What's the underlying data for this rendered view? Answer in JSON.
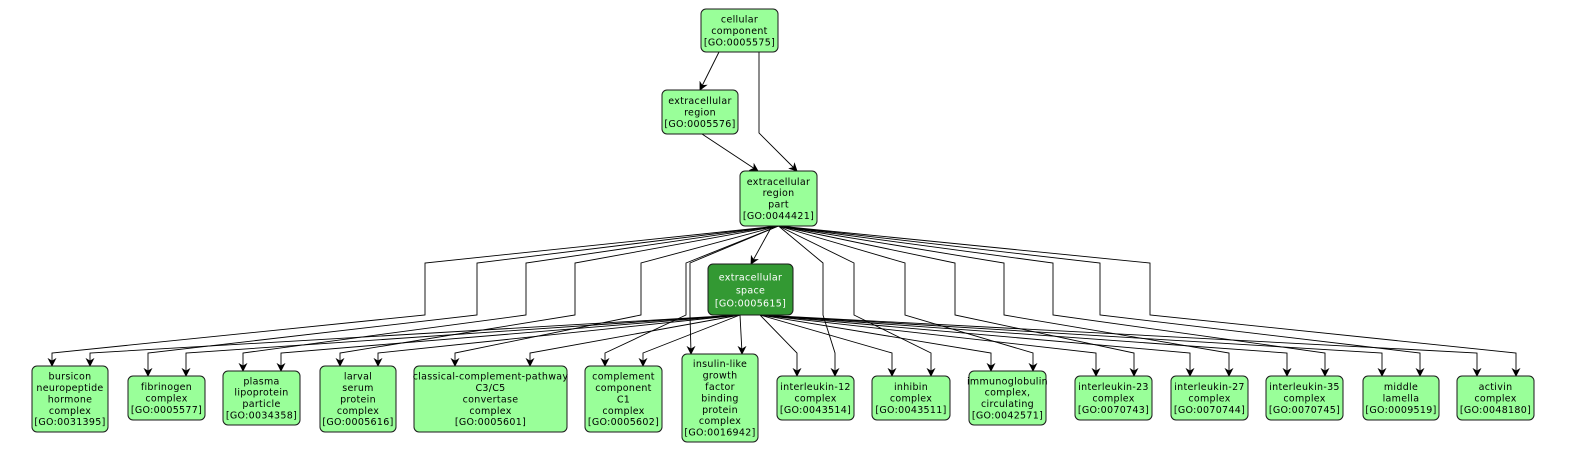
{
  "title": "GO term ancestry graph: extracellular space",
  "colors": {
    "node_fill": "#99ff99",
    "highlight_fill": "#339933",
    "node_text": "#000000",
    "highlight_text": "#ffffff",
    "edge": "#000000"
  },
  "nodes": [
    {
      "id": "GO:0005575",
      "lines": [
        "cellular",
        "component",
        "[GO:0005575]"
      ],
      "highlight": false
    },
    {
      "id": "GO:0005576",
      "lines": [
        "extracellular",
        "region",
        "[GO:0005576]"
      ],
      "highlight": false
    },
    {
      "id": "GO:0044421",
      "lines": [
        "extracellular",
        "region",
        "part",
        "[GO:0044421]"
      ],
      "highlight": false
    },
    {
      "id": "GO:0005615",
      "lines": [
        "extracellular",
        "space",
        "[GO:0005615]"
      ],
      "highlight": true
    },
    {
      "id": "GO:0031395",
      "lines": [
        "bursicon",
        "neuropeptide",
        "hormone",
        "complex",
        "[GO:0031395]"
      ],
      "highlight": false
    },
    {
      "id": "GO:0005577",
      "lines": [
        "fibrinogen",
        "complex",
        "[GO:0005577]"
      ],
      "highlight": false
    },
    {
      "id": "GO:0034358",
      "lines": [
        "plasma",
        "lipoprotein",
        "particle",
        "[GO:0034358]"
      ],
      "highlight": false
    },
    {
      "id": "GO:0005616",
      "lines": [
        "larval",
        "serum",
        "protein",
        "complex",
        "[GO:0005616]"
      ],
      "highlight": false
    },
    {
      "id": "GO:0005601",
      "lines": [
        "classical-complement-pathway",
        "C3/C5",
        "convertase",
        "complex",
        "[GO:0005601]"
      ],
      "highlight": false
    },
    {
      "id": "GO:0005602",
      "lines": [
        "complement",
        "component",
        "C1",
        "complex",
        "[GO:0005602]"
      ],
      "highlight": false
    },
    {
      "id": "GO:0016942",
      "lines": [
        "insulin-like",
        "growth",
        "factor",
        "binding",
        "protein",
        "complex",
        "[GO:0016942]"
      ],
      "highlight": false
    },
    {
      "id": "GO:0043514",
      "lines": [
        "interleukin-12",
        "complex",
        "[GO:0043514]"
      ],
      "highlight": false
    },
    {
      "id": "GO:0043511",
      "lines": [
        "inhibin",
        "complex",
        "[GO:0043511]"
      ],
      "highlight": false
    },
    {
      "id": "GO:0042571",
      "lines": [
        "immunoglobulin",
        "complex,",
        "circulating",
        "[GO:0042571]"
      ],
      "highlight": false
    },
    {
      "id": "GO:0070743",
      "lines": [
        "interleukin-23",
        "complex",
        "[GO:0070743]"
      ],
      "highlight": false
    },
    {
      "id": "GO:0070744",
      "lines": [
        "interleukin-27",
        "complex",
        "[GO:0070744]"
      ],
      "highlight": false
    },
    {
      "id": "GO:0070745",
      "lines": [
        "interleukin-35",
        "complex",
        "[GO:0070745]"
      ],
      "highlight": false
    },
    {
      "id": "GO:0009519",
      "lines": [
        "middle",
        "lamella",
        "[GO:0009519]"
      ],
      "highlight": false
    },
    {
      "id": "GO:0048180",
      "lines": [
        "activin",
        "complex",
        "[GO:0048180]"
      ],
      "highlight": false
    }
  ],
  "edges": [
    {
      "from": "GO:0005575",
      "to": "GO:0005576"
    },
    {
      "from": "GO:0005575",
      "to": "GO:0044421"
    },
    {
      "from": "GO:0005576",
      "to": "GO:0044421"
    },
    {
      "from": "GO:0044421",
      "to": "GO:0005615"
    },
    {
      "from": "GO:0044421",
      "to": "GO:0031395"
    },
    {
      "from": "GO:0005615",
      "to": "GO:0031395"
    },
    {
      "from": "GO:0044421",
      "to": "GO:0005577"
    },
    {
      "from": "GO:0005615",
      "to": "GO:0005577"
    },
    {
      "from": "GO:0044421",
      "to": "GO:0034358"
    },
    {
      "from": "GO:0005615",
      "to": "GO:0034358"
    },
    {
      "from": "GO:0044421",
      "to": "GO:0005616"
    },
    {
      "from": "GO:0005615",
      "to": "GO:0005616"
    },
    {
      "from": "GO:0044421",
      "to": "GO:0005601"
    },
    {
      "from": "GO:0005615",
      "to": "GO:0005601"
    },
    {
      "from": "GO:0044421",
      "to": "GO:0005602"
    },
    {
      "from": "GO:0005615",
      "to": "GO:0005602"
    },
    {
      "from": "GO:0044421",
      "to": "GO:0016942"
    },
    {
      "from": "GO:0005615",
      "to": "GO:0016942"
    },
    {
      "from": "GO:0044421",
      "to": "GO:0043514"
    },
    {
      "from": "GO:0005615",
      "to": "GO:0043514"
    },
    {
      "from": "GO:0044421",
      "to": "GO:0043511"
    },
    {
      "from": "GO:0005615",
      "to": "GO:0043511"
    },
    {
      "from": "GO:0044421",
      "to": "GO:0042571"
    },
    {
      "from": "GO:0005615",
      "to": "GO:0042571"
    },
    {
      "from": "GO:0044421",
      "to": "GO:0070743"
    },
    {
      "from": "GO:0005615",
      "to": "GO:0070743"
    },
    {
      "from": "GO:0044421",
      "to": "GO:0070744"
    },
    {
      "from": "GO:0005615",
      "to": "GO:0070744"
    },
    {
      "from": "GO:0044421",
      "to": "GO:0070745"
    },
    {
      "from": "GO:0005615",
      "to": "GO:0070745"
    },
    {
      "from": "GO:0044421",
      "to": "GO:0009519"
    },
    {
      "from": "GO:0005615",
      "to": "GO:0009519"
    },
    {
      "from": "GO:0044421",
      "to": "GO:0048180"
    },
    {
      "from": "GO:0005615",
      "to": "GO:0048180"
    }
  ]
}
